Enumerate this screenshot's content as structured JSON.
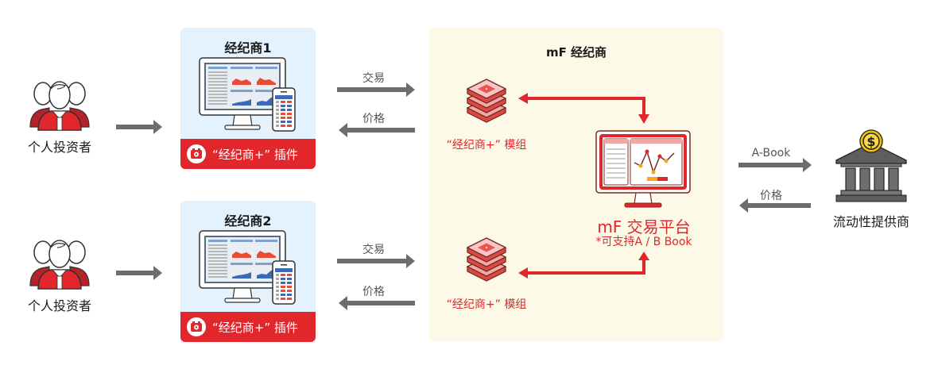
{
  "investors": [
    {
      "label": "个人投资者"
    },
    {
      "label": "个人投资者"
    }
  ],
  "brokers": [
    {
      "title": "经纪商1",
      "plugin_label": "“经纪商+” 插件",
      "trade_label": "交易",
      "price_label": "价格"
    },
    {
      "title": "经纪商2",
      "plugin_label": "“经纪商+” 插件",
      "trade_label": "交易",
      "price_label": "价格"
    }
  ],
  "mf_broker": {
    "title": "mF 经纪商",
    "modules": [
      {
        "label": "“经纪商+” 模组"
      },
      {
        "label": "“经纪商+” 模组"
      }
    ],
    "platform": {
      "title": "mF 交易平台",
      "subtitle": "*可支持A / B Book"
    }
  },
  "liquidity": {
    "a_book_label": "A-Book",
    "price_label": "价格",
    "label": "流动性提供商"
  },
  "colors": {
    "brand_red": "#e1262c",
    "broker_bg": "#e3f2fc",
    "mf_bg": "#fdf9e7",
    "arrow_gray": "#6d6d6d",
    "coin_gold": "#f2c400"
  }
}
